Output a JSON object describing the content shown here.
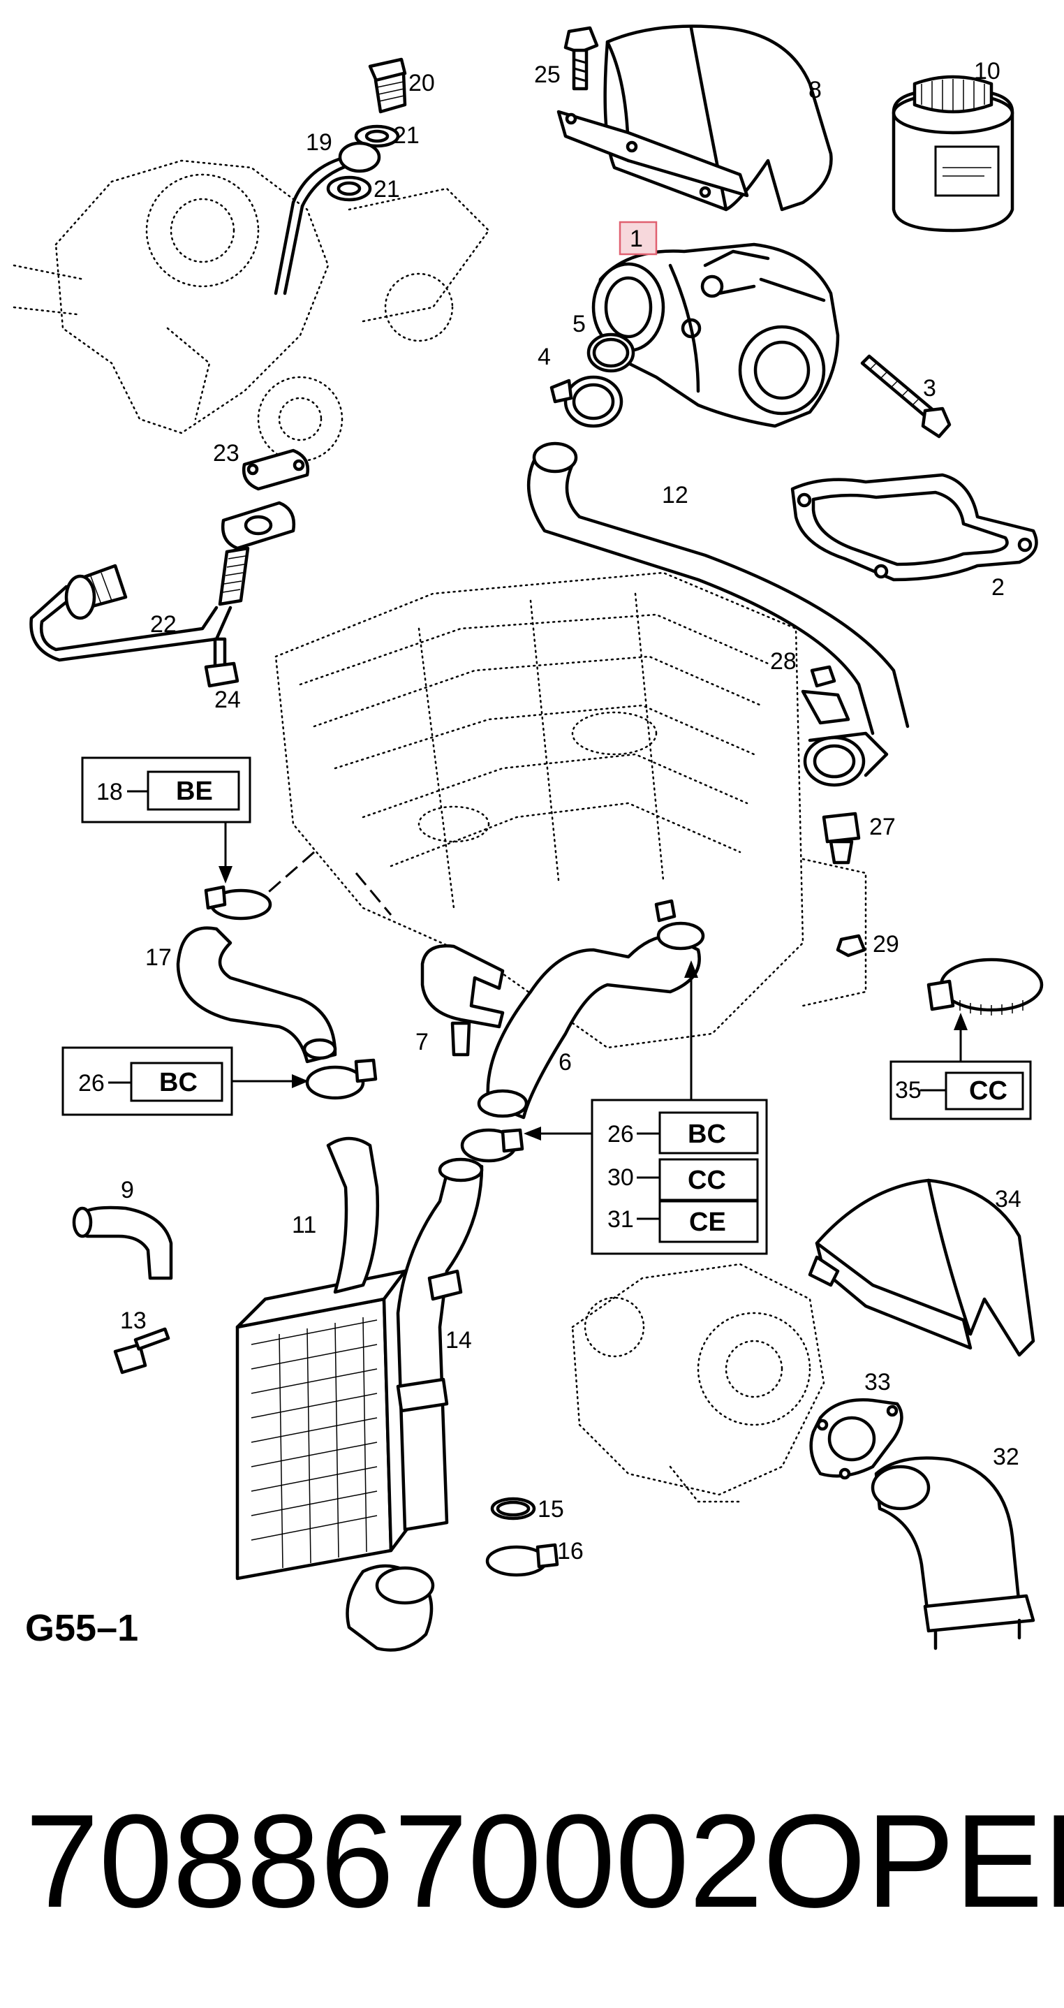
{
  "diagram_id": "G55–1",
  "footer": {
    "part_number": "7088670002",
    "brand": "OPEL"
  },
  "highlight_color": "#e06070",
  "callouts": {
    "c1": "1",
    "c2": "2",
    "c3": "3",
    "c4": "4",
    "c5": "5",
    "c6": "6",
    "c7": "7",
    "c8": "8",
    "c9": "9",
    "c10": "10",
    "c11": "11",
    "c12": "12",
    "c13": "13",
    "c14": "14",
    "c15": "15",
    "c16": "16",
    "c17": "17",
    "c20": "20",
    "c19": "19",
    "c21a": "21",
    "c21b": "21",
    "c22": "22",
    "c23": "23",
    "c24": "24",
    "c25": "25",
    "c27": "27",
    "c28": "28",
    "c29": "29",
    "c32": "32",
    "c33": "33",
    "c34": "34"
  },
  "code_boxes": {
    "box18": {
      "num": "18",
      "code": "BE"
    },
    "box26a": {
      "num": "26",
      "code": "BC"
    },
    "box35": {
      "num": "35",
      "code": "CC"
    },
    "box_center": [
      {
        "num": "26",
        "code": "BC"
      },
      {
        "num": "30",
        "code": "CC"
      },
      {
        "num": "31",
        "code": "CE"
      }
    ]
  }
}
